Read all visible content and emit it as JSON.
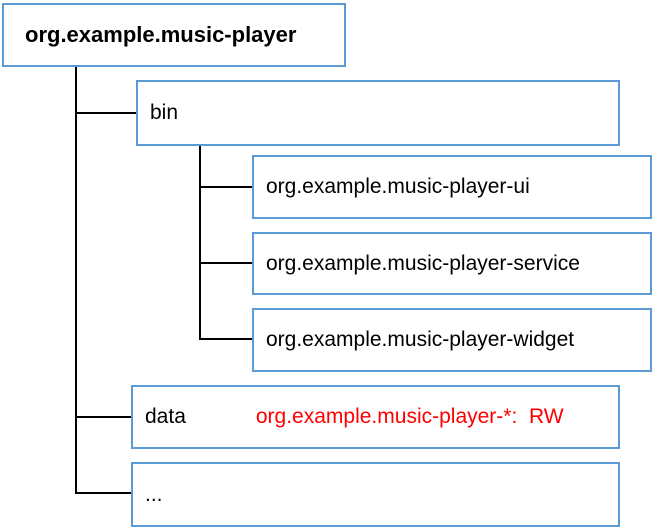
{
  "colors": {
    "box_border_blue": "#5B9BD5",
    "annotation_red": "#FF0000",
    "connector_black": "#000000"
  },
  "tree": {
    "root": {
      "label": "org.example.music-player"
    },
    "bin": {
      "label": "bin",
      "children": [
        {
          "label": "org.example.music-player-ui"
        },
        {
          "label": "org.example.music-player-service"
        },
        {
          "label": "org.example.music-player-widget"
        }
      ]
    },
    "data": {
      "label": "data",
      "annotation": "org.example.music-player-*:  RW"
    },
    "etc": {
      "label": "..."
    }
  }
}
